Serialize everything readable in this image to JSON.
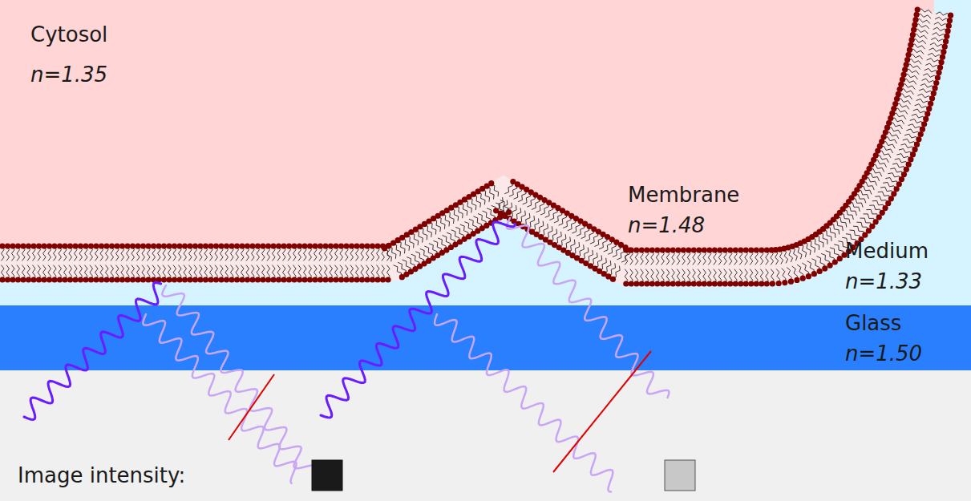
{
  "diagram": {
    "nodes": [
      {
        "text": [
          "Cytosol",
          "n=1.35"
        ]
      },
      {
        "text": [
          "Medium",
          "n=1.33"
        ]
      },
      {
        "text": [
          "Glass",
          "n=1.50"
        ]
      }
    ],
    "labels": [
      "Membrane",
      "n=1.48",
      "Image intensity:"
    ]
  }
}
